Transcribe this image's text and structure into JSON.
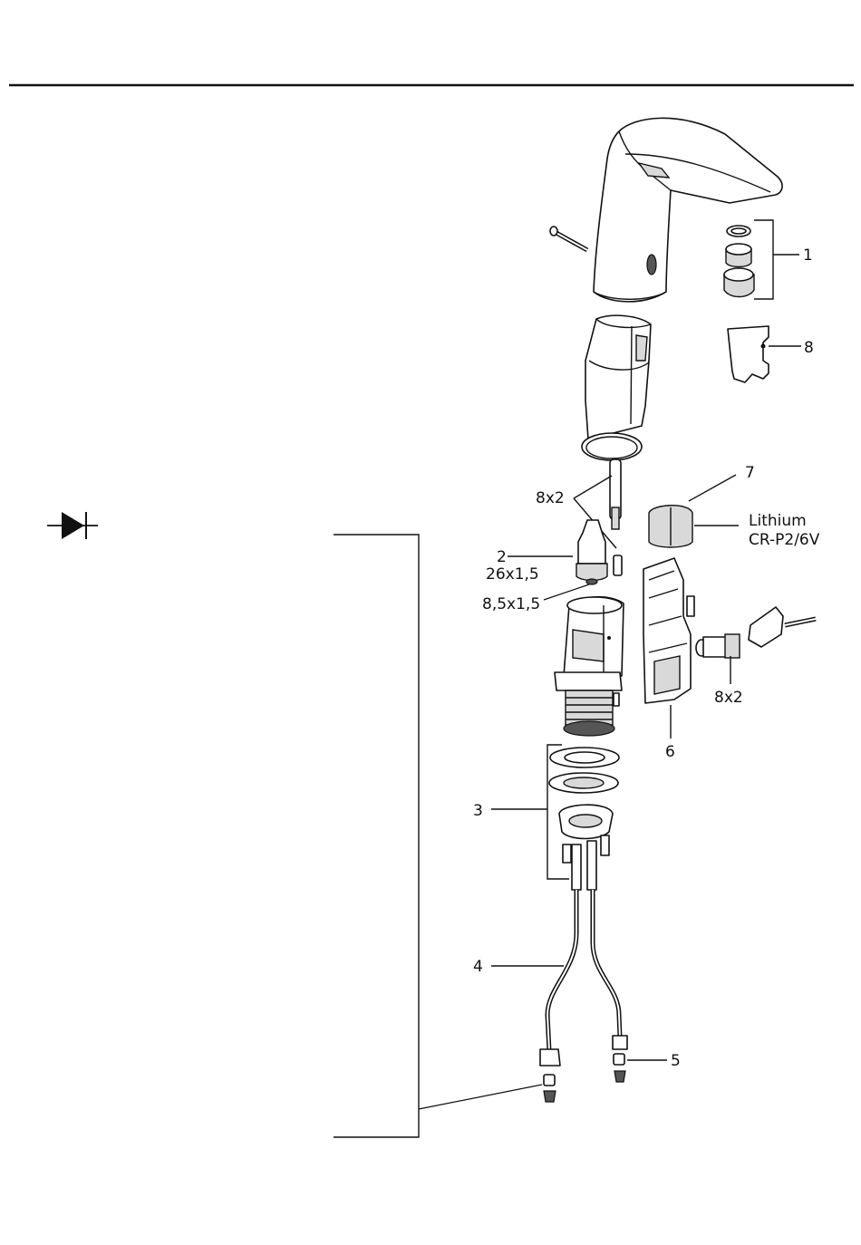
{
  "callouts": {
    "c1": "1",
    "c2": "2",
    "c3": "3",
    "c4": "4",
    "c5": "5",
    "c6": "6",
    "c7": "7",
    "c8": "8",
    "dim_8x2_a": "8x2",
    "dim_26x15": "26x1,5",
    "dim_85x15": "8,5x1,5",
    "dim_8x2_b": "8x2",
    "battery_line1": "Lithium",
    "battery_line2": "CR-P2/6V"
  },
  "icons": {
    "symbol": "diode-symbol-icon"
  }
}
